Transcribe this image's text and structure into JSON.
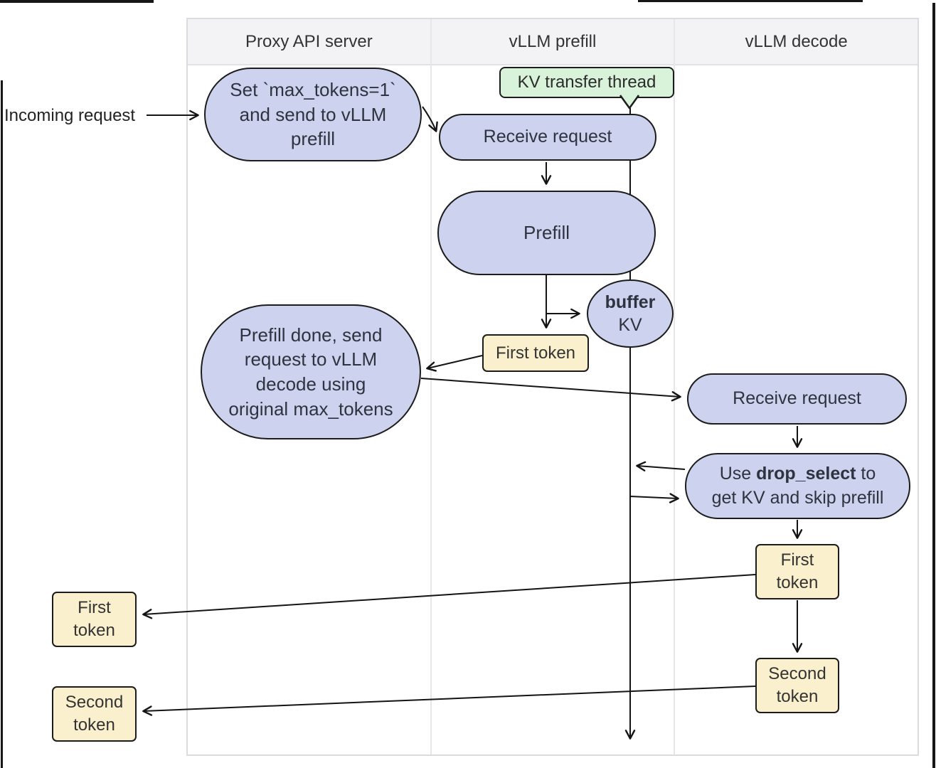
{
  "lanes": [
    {
      "label": "Proxy API server"
    },
    {
      "label": "vLLM prefill"
    },
    {
      "label": "vLLM decode"
    }
  ],
  "external": {
    "incoming_label": "Incoming request"
  },
  "nodes": {
    "set_max_tokens": {
      "line1": "Set `max_tokens=1`",
      "line2": "and send to vLLM",
      "line3": "prefill"
    },
    "kv_thread": {
      "label": "KV transfer thread"
    },
    "receive_prefill": {
      "label": "Receive request"
    },
    "prefill": {
      "label": "Prefill"
    },
    "buffer_kv": {
      "bold": "buffer",
      "label": "KV"
    },
    "first_token_prefill": {
      "label": "First token"
    },
    "prefill_done": {
      "line1": "Prefill done, send",
      "line2": "request to vLLM",
      "line3": "decode using",
      "line4": "original max_tokens"
    },
    "receive_decode": {
      "label": "Receive request"
    },
    "drop_select": {
      "pre": "Use ",
      "bold": "drop_select",
      "post": " to",
      "line2": "get KV and skip prefill"
    },
    "first_token_decode": {
      "line1": "First",
      "line2": "token"
    },
    "second_token_decode": {
      "line1": "Second",
      "line2": "token"
    },
    "first_token_out": {
      "line1": "First",
      "line2": "token"
    },
    "second_token_out": {
      "line1": "Second",
      "line2": "token"
    }
  },
  "colors": {
    "node_fill": "#cdd3ee",
    "token_fill": "#faf0cd",
    "thread_fill": "#d9f2da",
    "header_bg": "#f3f3f5",
    "node_border": "#1c1c1c",
    "arrow": "#141414"
  }
}
